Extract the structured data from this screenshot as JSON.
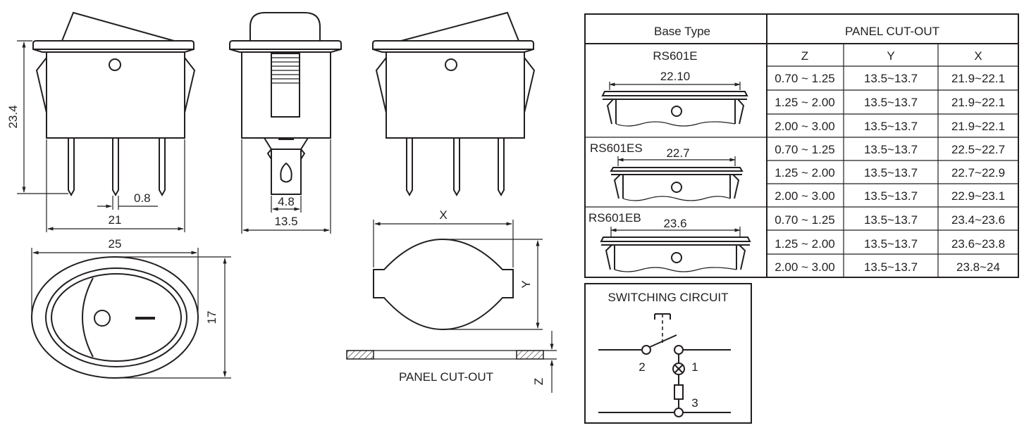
{
  "dimensions": {
    "height_23_4": "23.4",
    "pin_0_8": "0.8",
    "width_21": "21",
    "tab_4_8": "4.8",
    "depth_13_5": "13.5",
    "bezel_25": "25",
    "bezel_17": "17",
    "cut_x": "X",
    "cut_y": "Y",
    "cut_z": "Z"
  },
  "panel_cutout_caption": "PANEL CUT-OUT",
  "table": {
    "col_base_type": "Base Type",
    "col_panel_cutout": "PANEL CUT-OUT",
    "sub_headers": [
      "Z",
      "Y",
      "X"
    ],
    "groups": [
      {
        "model": "RS601E",
        "width_label": "22.10",
        "rows": [
          [
            "0.70 ~ 1.25",
            "13.5~13.7",
            "21.9~22.1"
          ],
          [
            "1.25 ~ 2.00",
            "13.5~13.7",
            "21.9~22.1"
          ],
          [
            "2.00 ~ 3.00",
            "13.5~13.7",
            "21.9~22.1"
          ]
        ]
      },
      {
        "model": "RS601ES",
        "width_label": "22.7",
        "rows": [
          [
            "0.70 ~ 1.25",
            "13.5~13.7",
            "22.5~22.7"
          ],
          [
            "1.25 ~ 2.00",
            "13.5~13.7",
            "22.7~22.9"
          ],
          [
            "2.00 ~ 3.00",
            "13.5~13.7",
            "22.9~23.1"
          ]
        ]
      },
      {
        "model": "RS601EB",
        "width_label": "23.6",
        "rows": [
          [
            "0.70 ~ 1.25",
            "13.5~13.7",
            "23.4~23.6"
          ],
          [
            "1.25 ~ 2.00",
            "13.5~13.7",
            "23.6~23.8"
          ],
          [
            "2.00 ~ 3.00",
            "13.5~13.7",
            "23.8~24"
          ]
        ]
      }
    ]
  },
  "switching_circuit": {
    "title": "SWITCHING CIRCUIT",
    "terminal_labels": [
      "2",
      "1",
      "3"
    ]
  }
}
